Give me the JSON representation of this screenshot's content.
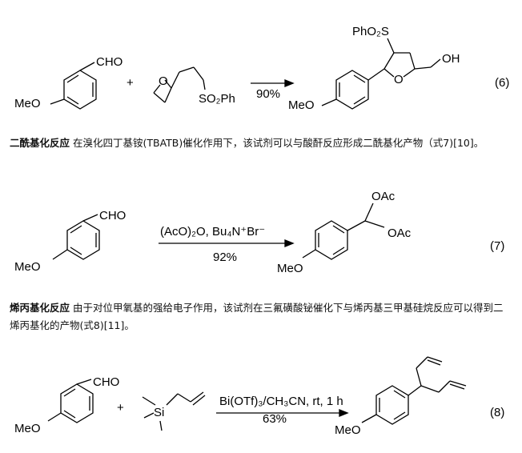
{
  "eq6": {
    "reactant1_cho": "CHO",
    "reactant1_meo": "MeO",
    "plus": "+",
    "reagent_sulfone": "SO₂Ph",
    "yield": "90%",
    "product_phso2s": "PhO₂S",
    "product_oh": "OH",
    "product_meo": "MeO",
    "ring_o": "O",
    "epoxide_o": "O",
    "number": "(6)"
  },
  "para1": {
    "title": "二酰基化反应",
    "body": " 在溴化四丁基铵(TBATB)催化作用下，该试剂可以与酸酐反应形成二酰基化产物（式7)[10]。"
  },
  "eq7": {
    "reactant_cho": "CHO",
    "reactant_meo": "MeO",
    "reagent_top": "(AcO)₂O, Bu₄N⁺Br⁻",
    "yield": "92%",
    "product_oac1": "OAc",
    "product_oac2": "OAc",
    "product_meo": "MeO",
    "number": "(7)"
  },
  "para2": {
    "title": "烯丙基化反应",
    "body": " 由于对位甲氧基的强给电子作用，该试剂在三氟磺酸铋催化下与烯丙基三甲基硅烷反应可以得到二烯丙基化的产物(式8)[11]。"
  },
  "eq8": {
    "reactant_cho": "CHO",
    "reactant_meo": "MeO",
    "plus": "+",
    "silane_si": "Si",
    "reagent_top": "Bi(OTf)₃/CH₃CN, rt, 1 h",
    "yield": "63%",
    "product_meo": "MeO",
    "number": "(8)"
  }
}
